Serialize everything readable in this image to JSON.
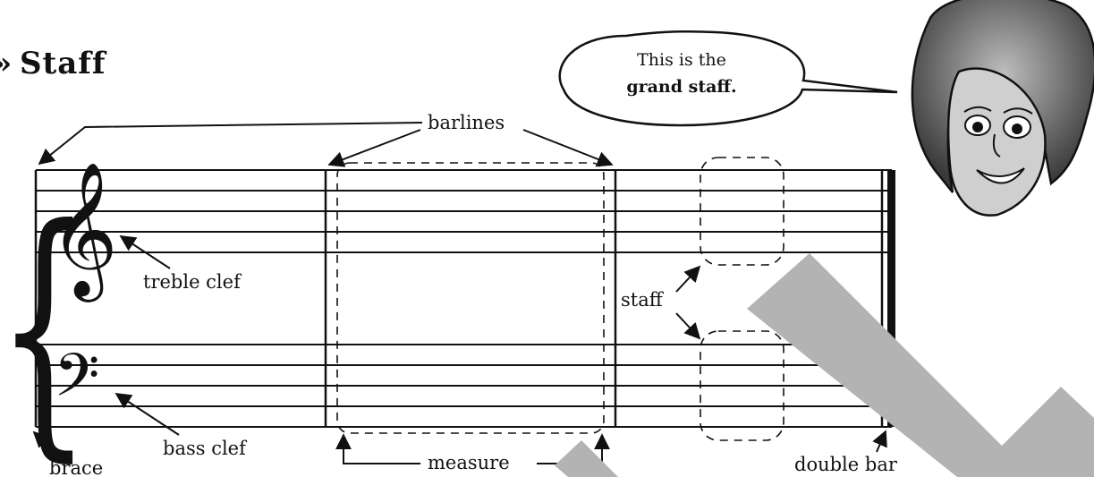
{
  "title": {
    "prefix": "»",
    "text": "Staff"
  },
  "speech_bubble": {
    "line1": "This is the",
    "line2": "grand staff."
  },
  "labels": {
    "barlines": "barlines",
    "treble_clef": "treble clef",
    "bass_clef": "bass clef",
    "brace": "brace",
    "measure": "measure",
    "staff": "staff",
    "double_bar": "double bar"
  },
  "symbols": {
    "treble_clef": "𝄞",
    "bass_clef": "𝄢",
    "brace": "{"
  },
  "watermark": {
    "color": "#b3b3b3",
    "description": "check-mark-watermark"
  },
  "colors": {
    "ink": "#111111",
    "face_skin": "#cfcfcf",
    "hair": "#6a6a6a"
  }
}
